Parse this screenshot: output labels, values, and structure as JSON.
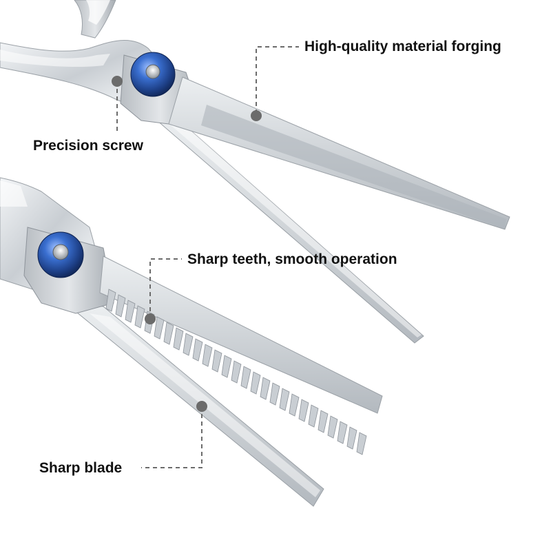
{
  "callouts": {
    "forging": "High-quality material forging",
    "screw": "Precision screw",
    "teeth": "Sharp teeth, smooth operation",
    "blade": "Sharp blade"
  },
  "colors": {
    "background": "#ffffff",
    "steel_light": "#e9ecef",
    "steel_mid": "#c3c8cd",
    "steel_dark": "#8d939a",
    "screw_blue": "#2f5fb0",
    "marker": "#6b6b6b",
    "label_text": "#111111"
  }
}
